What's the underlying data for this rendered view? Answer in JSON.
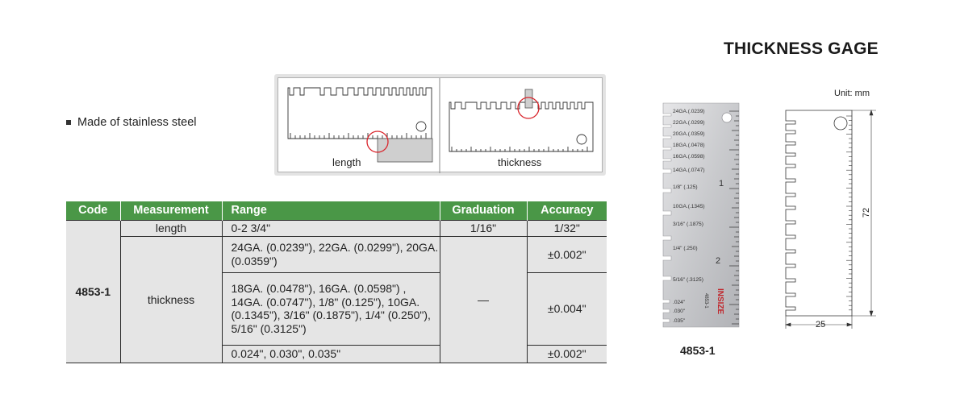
{
  "title": "THICKNESS GAGE",
  "feature": "Made of stainless steel",
  "diagram": {
    "length_caption": "length",
    "thickness_caption": "thickness"
  },
  "table": {
    "headers": {
      "code": "Code",
      "measurement": "Measurement",
      "range": "Range",
      "graduation": "Graduation",
      "accuracy": "Accuracy"
    },
    "code": "4853-1",
    "length_row": {
      "measurement": "length",
      "range": "0-2 3/4\"",
      "graduation": "1/16\"",
      "accuracy": "1/32\""
    },
    "thickness": {
      "measurement": "thickness",
      "graduation": "—",
      "rows": [
        {
          "range": "24GA. (0.0239\"), 22GA. (0.0299\"), 20GA.(0.0359\")",
          "accuracy": "±0.002\""
        },
        {
          "range": "18GA. (0.0478\"), 16GA. (0.0598\") , 14GA. (0.0747\"), 1/8\" (0.125\"), 10GA. (0.1345\"), 3/16\" (0.1875\"), 1/4\" (0.250\"), 5/16\" (0.3125\")",
          "accuracy": "±0.004\""
        },
        {
          "range": "0.024\", 0.030\", 0.035\"",
          "accuracy": "±0.002\""
        }
      ]
    }
  },
  "photo": {
    "slot_labels": [
      "24GA.(.0239)",
      "22GA.(.0299)",
      "20GA.(.0359)",
      "18GA.(.0478)",
      "16GA.(.0598)",
      "14GA.(.0747)",
      "1/8\" (.125)",
      "10GA.(.1345)",
      "3/16\" (.1875)",
      "1/4\" (.250)",
      "5/16\" (.3125)",
      ".024\"",
      ".030\"",
      ".035\""
    ],
    "scale_numbers": [
      "1",
      "2"
    ],
    "brand": "INSIZE",
    "model": "4853-1"
  },
  "drawing": {
    "unit": "Unit: mm",
    "height": "72",
    "width": "25"
  },
  "code_label": "4853-1",
  "colors": {
    "header_green": "#4a9747",
    "cell_gray": "#e5e5e5",
    "circle_red": "#d9242b",
    "brand_red": "#c0272d"
  }
}
